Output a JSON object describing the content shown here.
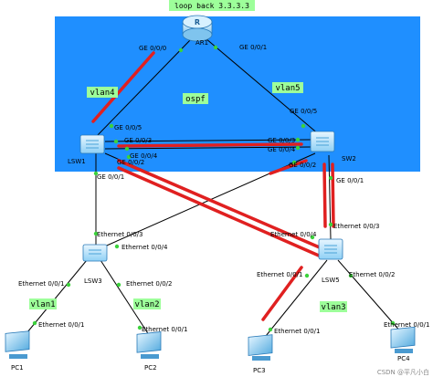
{
  "title": "loop back 3.3.3.3",
  "area_label": "ospf",
  "colors": {
    "area_fill": "#1f8fff",
    "tag_fill": "#9dff9a",
    "highlight": "#e02020",
    "port_dot": "#3cd23c",
    "link": "#000000"
  },
  "devices": {
    "ar1": {
      "label": "AR1",
      "icon": "router-icon"
    },
    "lsw1": {
      "label": "LSW1",
      "icon": "switch-icon"
    },
    "sw2": {
      "label": "SW2",
      "icon": "switch-icon"
    },
    "lsw3": {
      "label": "LSW3",
      "icon": "switch-icon"
    },
    "lsw5": {
      "label": "LSW5",
      "icon": "switch-icon"
    },
    "pc1": {
      "label": "PC1",
      "icon": "pc-icon"
    },
    "pc2": {
      "label": "PC2",
      "icon": "pc-icon"
    },
    "pc3": {
      "label": "PC3",
      "icon": "pc-icon"
    },
    "pc4": {
      "label": "PC4",
      "icon": "pc-icon"
    }
  },
  "tags": {
    "vlan4": "vlan4",
    "vlan5": "vlan5",
    "vlan1": "vlan1",
    "vlan2": "vlan2",
    "vlan3": "vlan3"
  },
  "ports": {
    "ar1_g000": "GE 0/0/0",
    "ar1_g001": "GE 0/0/1",
    "lsw1_g005": "GE 0/0/5",
    "lsw1_g003": "GE 0/0/3",
    "lsw1_g004": "GE 0/0/4",
    "lsw1_g002": "GE 0/0/2",
    "lsw1_g001": "GE 0/0/1",
    "sw2_g005": "GE 0/0/5",
    "sw2_g003": "GE 0/0/3",
    "sw2_g004": "GE 0/0/4",
    "sw2_g002": "GE 0/0/2",
    "sw2_g001": "GE 0/0/1",
    "lsw3_e003": "Ethernet 0/0/3",
    "lsw3_e004": "Ethernet 0/0/4",
    "lsw3_e001": "Ethernet 0/0/1",
    "lsw3_e002": "Ethernet 0/0/2",
    "lsw5_e003": "Ethernet 0/0/3",
    "lsw5_e004": "Ethernet 0/0/4",
    "lsw5_e001": "Ethernet 0/0/1",
    "lsw5_e002": "Ethernet 0/0/2",
    "pc1_e001": "Ethernet 0/0/1",
    "pc2_e001": "Ethernet 0/0/1",
    "pc3_e001": "Ethernet 0/0/1",
    "pc4_e001": "Ethernet 0/0/1"
  },
  "watermark": "CSDN @平凡小白"
}
